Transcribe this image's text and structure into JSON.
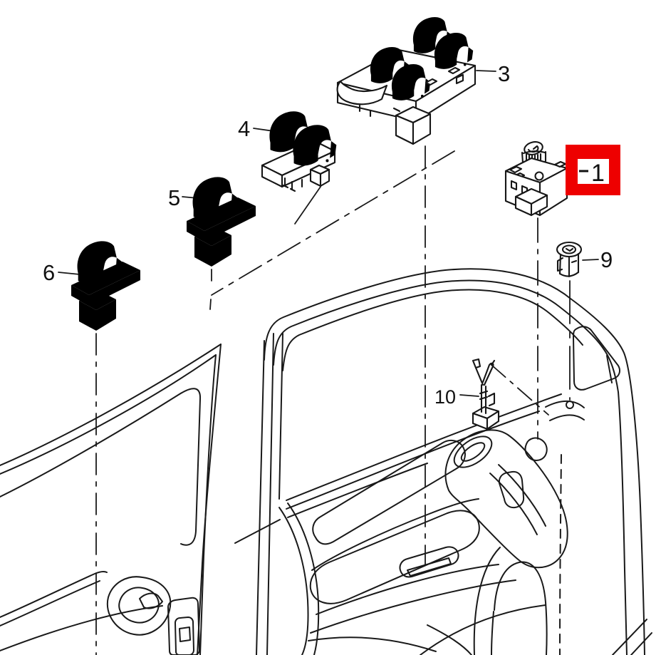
{
  "diagram": {
    "callouts": {
      "c1": {
        "label": "1",
        "highlighted": true
      },
      "c3": {
        "label": "3",
        "highlighted": false
      },
      "c4": {
        "label": "4",
        "highlighted": false
      },
      "c5": {
        "label": "5",
        "highlighted": false
      },
      "c6": {
        "label": "6",
        "highlighted": false
      },
      "c9": {
        "label": "9",
        "highlighted": false
      },
      "c10": {
        "label": "10",
        "highlighted": false
      }
    },
    "colors": {
      "highlight_box": "#ee0000",
      "highlight_text_bg": "#ffffff",
      "line": "#191919",
      "background": "#ffffff",
      "label_text": "#111111"
    }
  }
}
